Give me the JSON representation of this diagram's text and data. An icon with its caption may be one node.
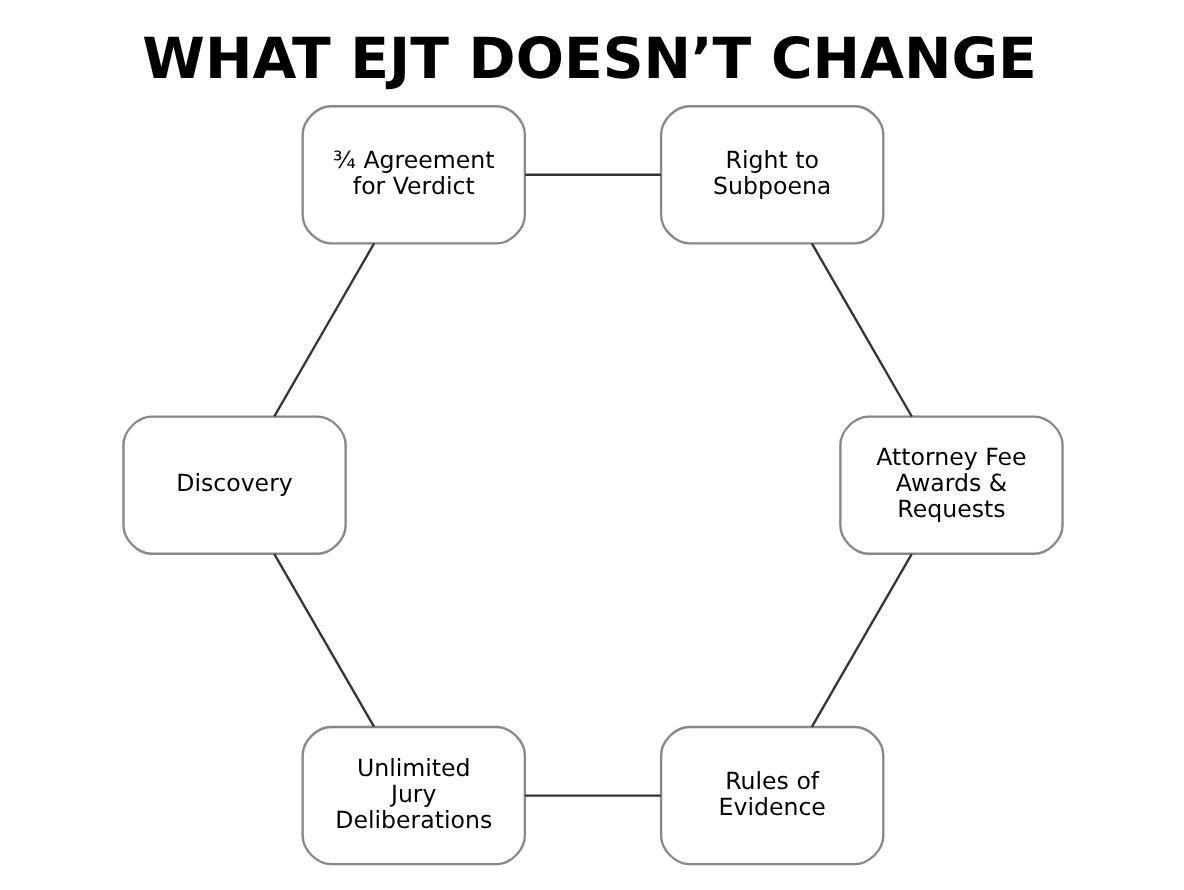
{
  "diagram": {
    "title": "WHAT EJT DOESN’T CHANGE",
    "nodes": [
      {
        "text": [
          "Rules of Evidence"
        ]
      },
      {
        "text": [
          "Attorney Fee Awards & Requests"
        ]
      },
      {
        "text": [
          "Unlimited Jury Deliberations"
        ]
      },
      {
        "text": [
          "Right to Subpoena"
        ]
      },
      {
        "text": [
          "Discovery"
        ]
      },
      {
        "text": [
          "¾ Agreement for Verdict"
        ]
      }
    ],
    "edges": [
      {
        "from": 0,
        "to": 2,
        "arrow": "none"
      },
      {
        "from": 2,
        "to": 4,
        "arrow": "none"
      },
      {
        "from": 4,
        "to": 5,
        "arrow": "none"
      },
      {
        "from": 5,
        "to": 3,
        "arrow": "none"
      },
      {
        "from": 3,
        "to": 1,
        "arrow": "none"
      },
      {
        "from": 1,
        "to": 0,
        "arrow": "none"
      }
    ]
  }
}
